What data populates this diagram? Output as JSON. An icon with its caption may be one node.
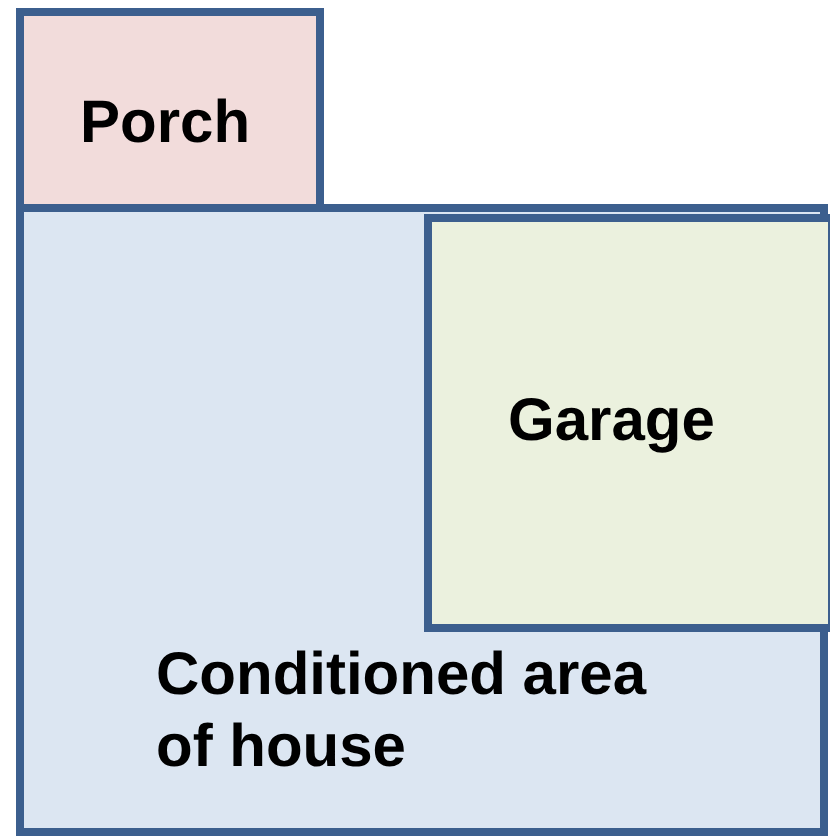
{
  "diagram": {
    "nodes": [
      {
        "text": [
          "Porch"
        ]
      },
      {
        "text": [
          "Conditioned area of house"
        ]
      },
      {
        "text": [
          "Garage"
        ],
        "in": 1
      }
    ]
  }
}
